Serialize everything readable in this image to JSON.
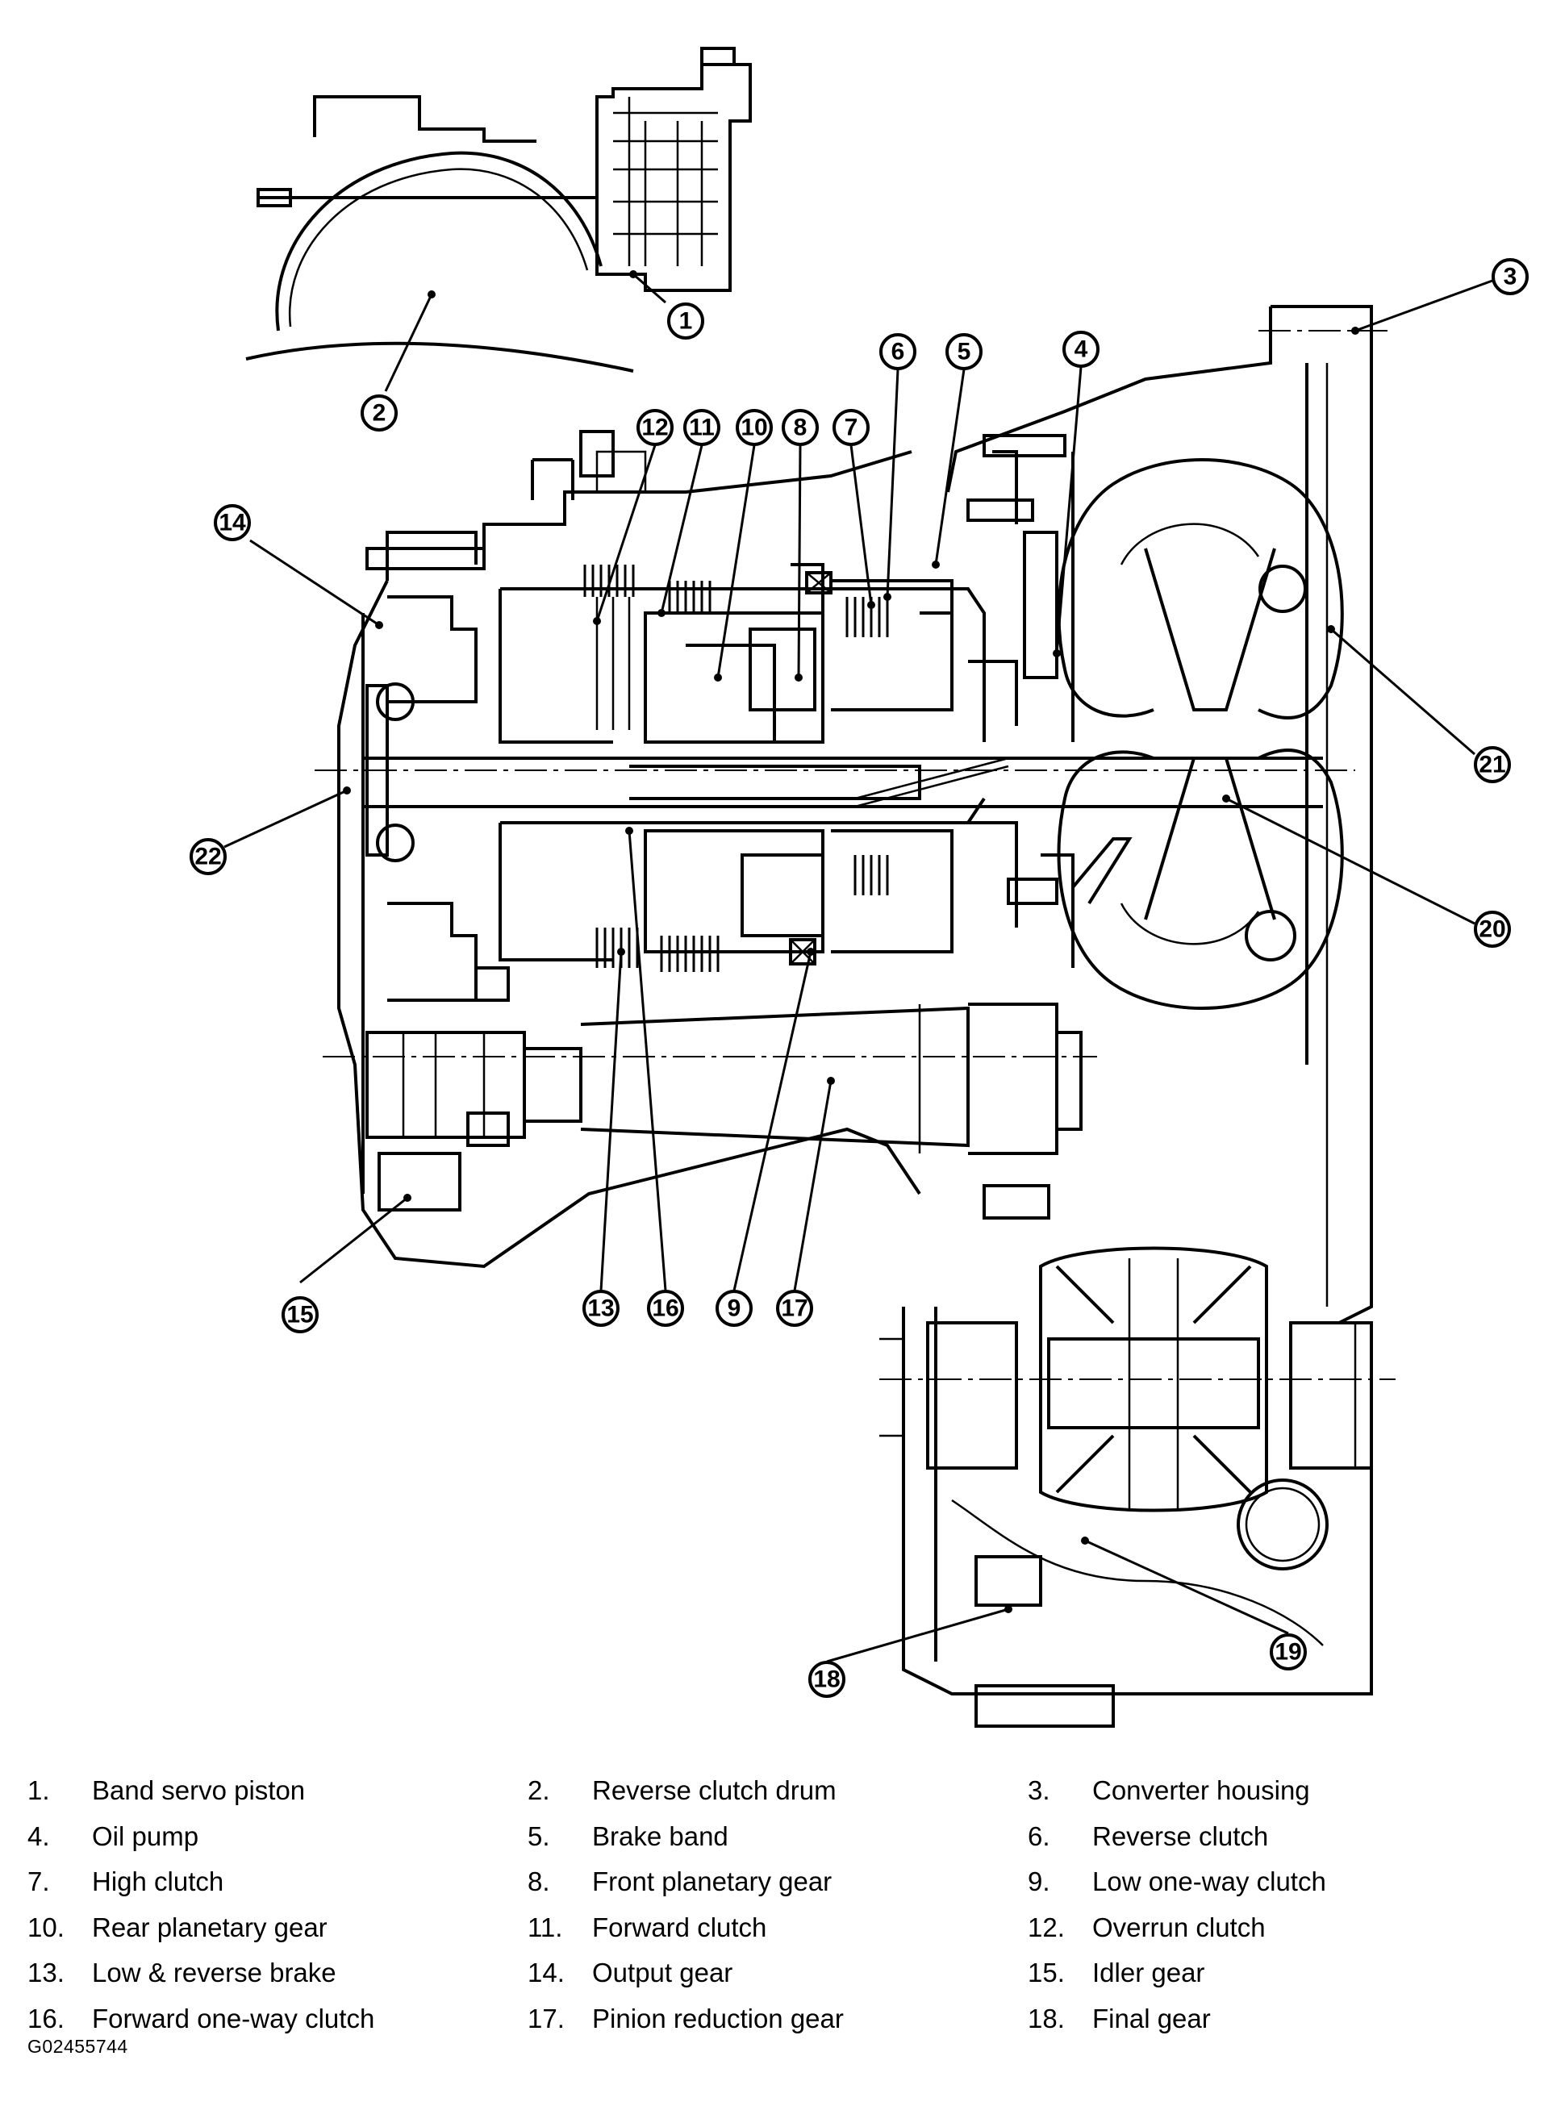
{
  "diagram": {
    "callouts": [
      "1",
      "2",
      "3",
      "4",
      "5",
      "6",
      "7",
      "8",
      "9",
      "10",
      "11",
      "12",
      "13",
      "14",
      "15",
      "16",
      "17",
      "18",
      "19",
      "20",
      "21",
      "22"
    ]
  },
  "legend": {
    "items": [
      {
        "number": "1.",
        "label": "Band servo piston"
      },
      {
        "number": "2.",
        "label": "Reverse clutch drum"
      },
      {
        "number": "3.",
        "label": "Converter housing"
      },
      {
        "number": "4.",
        "label": "Oil pump"
      },
      {
        "number": "5.",
        "label": "Brake band"
      },
      {
        "number": "6.",
        "label": "Reverse clutch"
      },
      {
        "number": "7.",
        "label": "High clutch"
      },
      {
        "number": "8.",
        "label": "Front planetary gear"
      },
      {
        "number": "9.",
        "label": "Low one-way clutch"
      },
      {
        "number": "10.",
        "label": "Rear planetary gear"
      },
      {
        "number": "11.",
        "label": "Forward clutch"
      },
      {
        "number": "12.",
        "label": "Overrun clutch"
      },
      {
        "number": "13.",
        "label": "Low & reverse brake"
      },
      {
        "number": "14.",
        "label": "Output gear"
      },
      {
        "number": "15.",
        "label": "Idler gear"
      },
      {
        "number": "16.",
        "label": "Forward one-way clutch"
      },
      {
        "number": "17.",
        "label": "Pinion reduction gear"
      },
      {
        "number": "18.",
        "label": "Final gear"
      }
    ]
  },
  "figure_id": "G02455744"
}
